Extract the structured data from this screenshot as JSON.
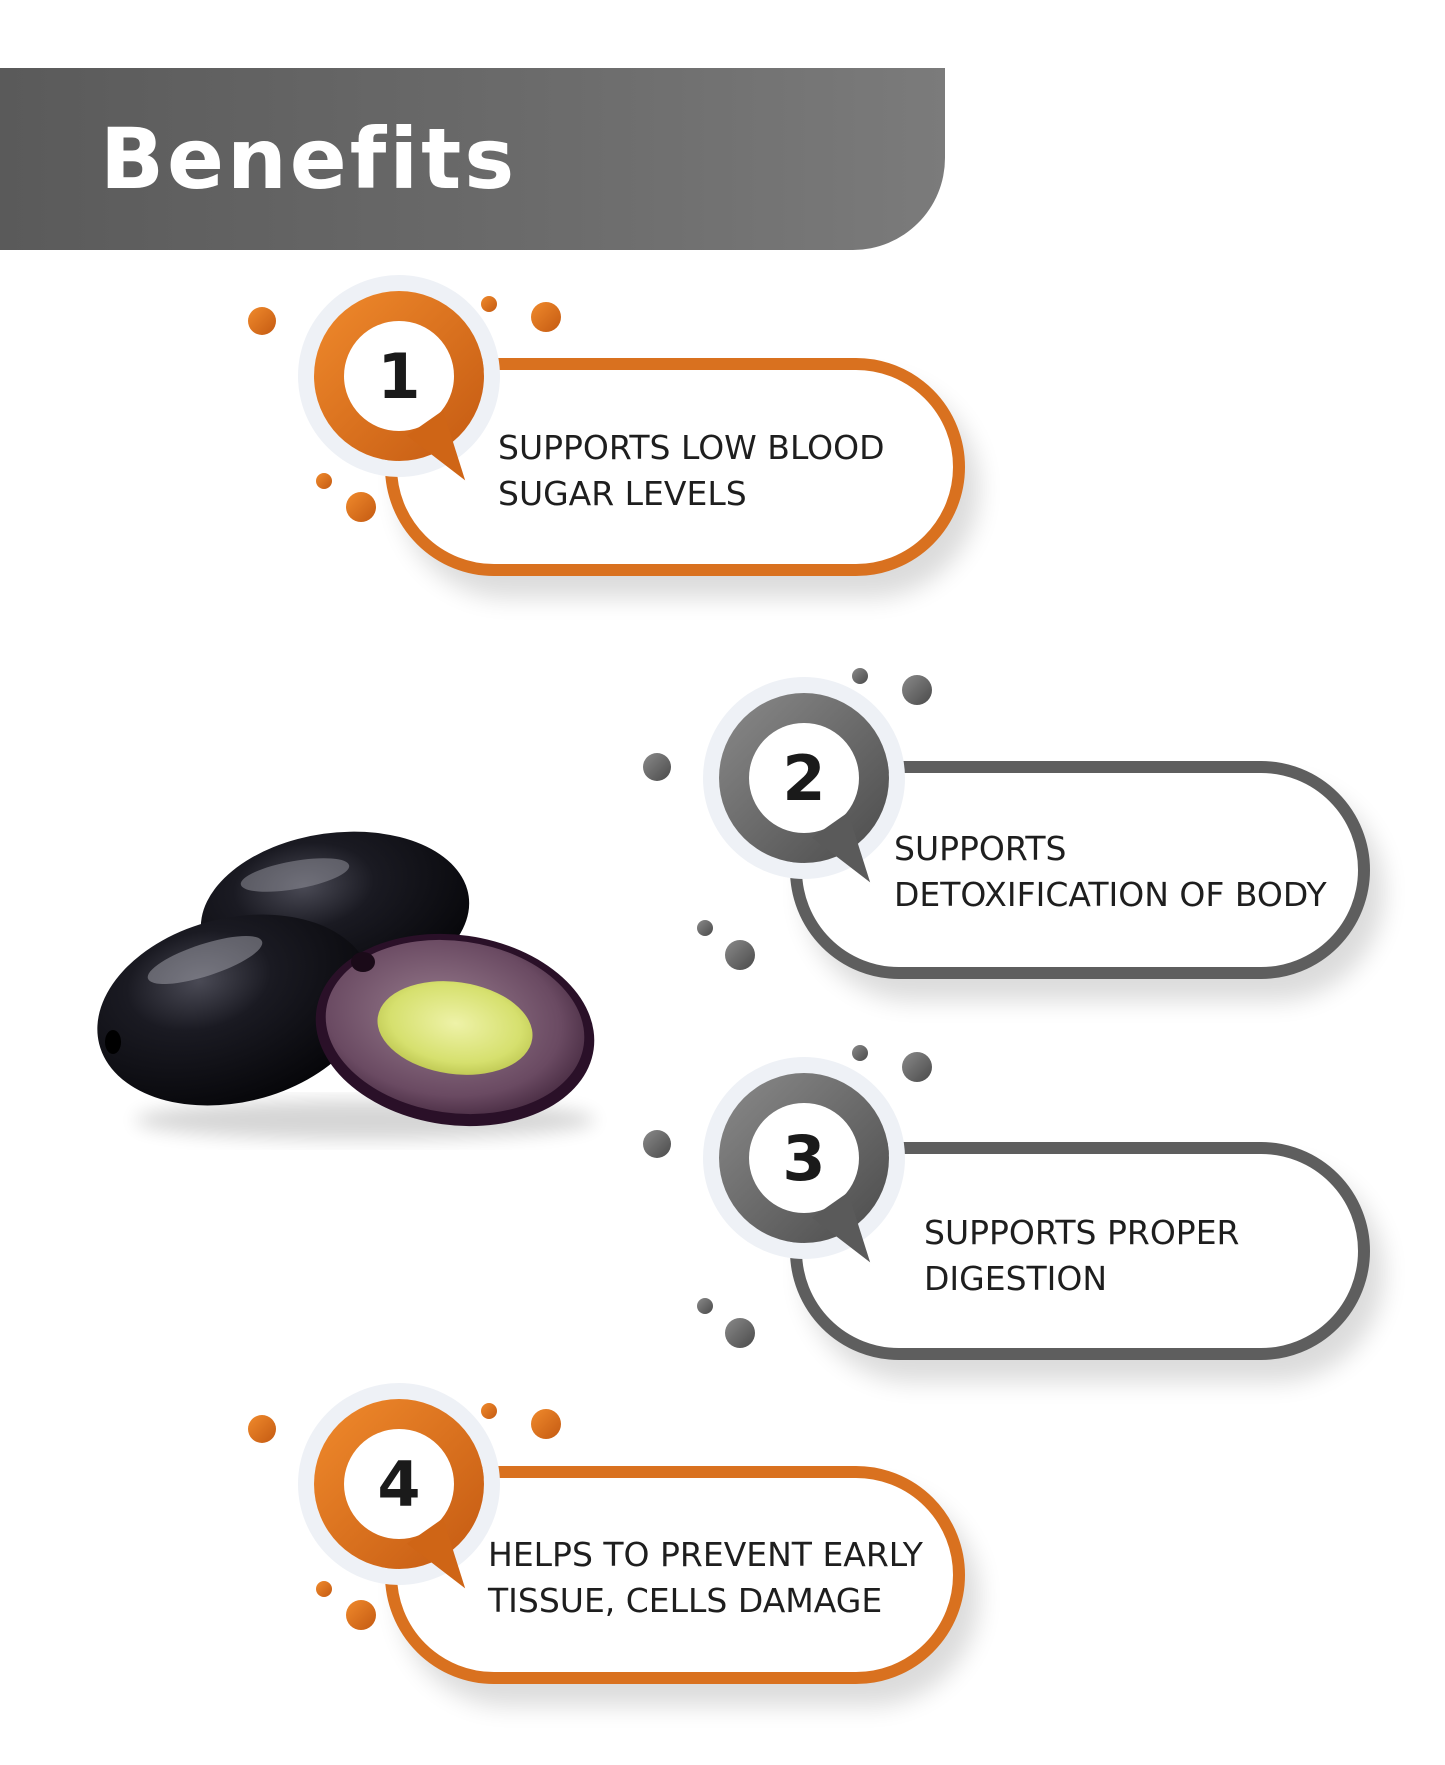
{
  "header": {
    "title": "Benefits"
  },
  "benefits": [
    {
      "number": "1",
      "line1": "SUPPORTS LOW BLOOD",
      "line2": "SUGAR LEVELS",
      "color": "#d9711f"
    },
    {
      "number": "2",
      "line1": "SUPPORTS",
      "line2": "DETOXIFICATION OF BODY",
      "color": "#5e5e5e"
    },
    {
      "number": "3",
      "line1": "SUPPORTS PROPER",
      "line2": "DIGESTION",
      "color": "#5e5e5e"
    },
    {
      "number": "4",
      "line1": "HELPS TO PREVENT EARLY",
      "line2": "TISSUE, CELLS DAMAGE",
      "color": "#d9711f"
    }
  ],
  "colors": {
    "header_bg": "#5a5a5a",
    "accent_orange": "#d9711f",
    "accent_gray": "#5e5e5e"
  },
  "illustration": {
    "icon": "jamun-fruit-icon"
  }
}
